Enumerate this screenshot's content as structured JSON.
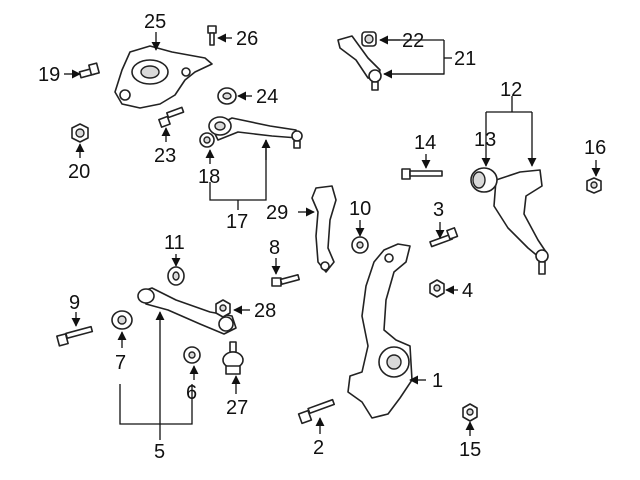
{
  "diagram": {
    "callouts": [
      "1",
      "2",
      "3",
      "4",
      "5",
      "6",
      "7",
      "8",
      "9",
      "10",
      "11",
      "12",
      "13",
      "14",
      "15",
      "16",
      "17",
      "18",
      "19",
      "20",
      "21",
      "22",
      "23",
      "24",
      "25",
      "26",
      "27",
      "28",
      "29"
    ]
  },
  "colors": {
    "line": "#111111",
    "part_fill": "#ffffff",
    "shade": "#d9d9d9"
  }
}
